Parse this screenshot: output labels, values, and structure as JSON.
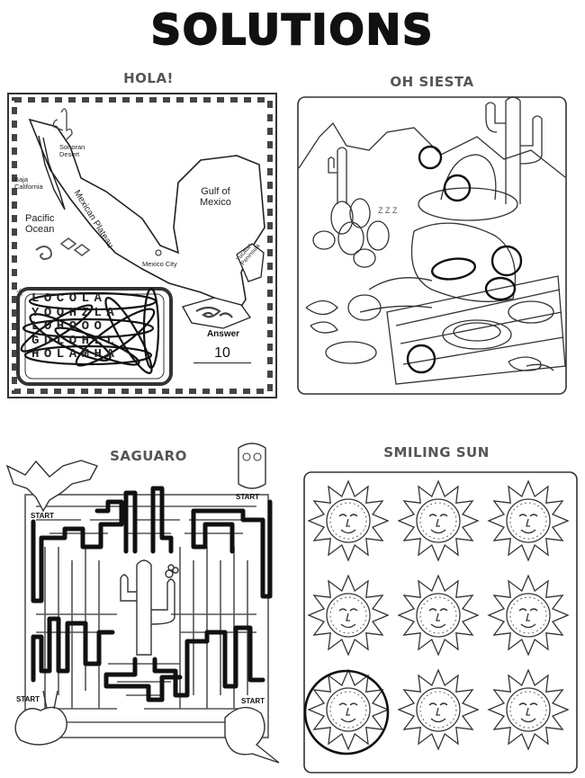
{
  "page": {
    "title": "SOLUTIONS"
  },
  "panels": {
    "hola": {
      "title": "HOLA!",
      "labels": {
        "sonoran": "Sonoran\nDesert",
        "baja": "Baja\nCalifornia",
        "mexican_plateau": "Mexican Plateau",
        "gulf": "Gulf of\nMexico",
        "pacific": "Pacific\nOcean",
        "yucatan": "Yucatan\nPeninsula",
        "mexico_city": "Mexico City"
      },
      "word_grid": [
        "LOCOLA",
        "YOOHZLA",
        "LOHOOO",
        "GDLOHLL",
        "HOLAMHA"
      ],
      "answer_label": "Answer",
      "answer_value": "10"
    },
    "siesta": {
      "title": "OH SIESTA"
    },
    "saguaro": {
      "title": "SAGUARO",
      "start_labels": [
        "START",
        "START",
        "START",
        "START"
      ]
    },
    "smiling_sun": {
      "title": "SMILING SUN"
    }
  }
}
